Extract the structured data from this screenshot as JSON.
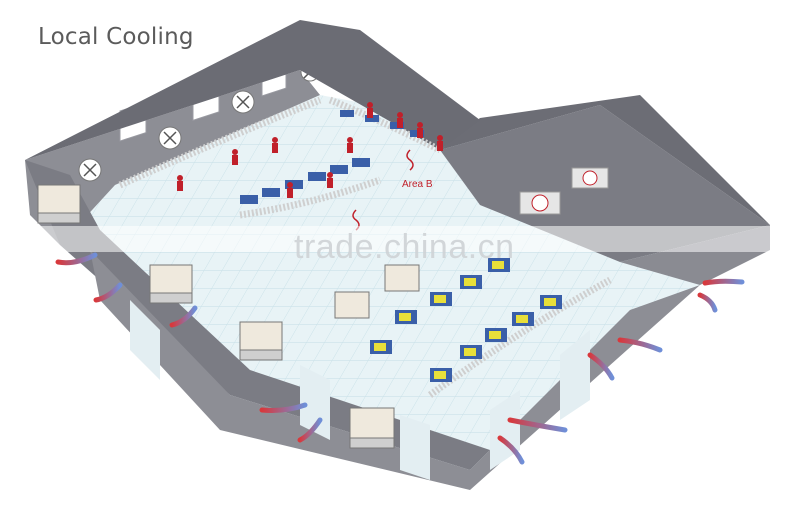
{
  "title": "Local Cooling",
  "area_label": "Area B",
  "watermark": "trade.china.cn",
  "colors": {
    "roof": "#7b7c84",
    "roof_dark": "#5e5f67",
    "wall": "#8a8b92",
    "floor": "#e8f3f6",
    "floor_grid": "#c9e1e8",
    "worker": "#c0202a",
    "station_blue": "#3a5fa8",
    "station_yellow": "#e8df3a",
    "duct": "#d8d8d8",
    "arrow_red": "#d8383c",
    "arrow_blue": "#6f8fd8"
  },
  "icons": [
    "air-cooler-icon",
    "exhaust-fan-icon",
    "airflow-arrow-icon",
    "worker-icon",
    "air-duct-icon"
  ]
}
